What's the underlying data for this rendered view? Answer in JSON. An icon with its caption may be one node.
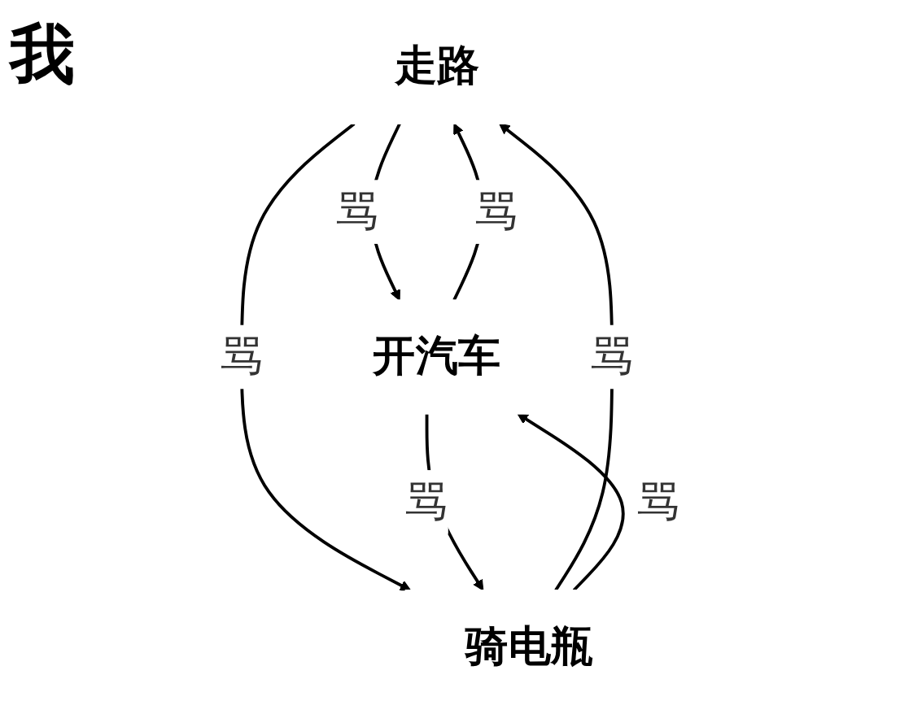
{
  "diagram": {
    "nodes": [
      {
        "text": [
          "走路"
        ]
      },
      {
        "text": [
          "开汽车"
        ]
      },
      {
        "text": [
          "骑电瓶"
        ]
      }
    ],
    "edges": [
      {
        "from": 0,
        "to": 1,
        "arrow": "to",
        "label": "骂"
      },
      {
        "from": 1,
        "to": 0,
        "arrow": "to",
        "label": "骂"
      },
      {
        "from": 2,
        "to": 0,
        "arrow": "to",
        "label": "骂"
      },
      {
        "from": 0,
        "to": 2,
        "arrow": "to",
        "label": "骂"
      },
      {
        "from": 2,
        "to": 1,
        "arrow": "to",
        "label": "骂"
      },
      {
        "from": 1,
        "to": 2,
        "arrow": "to",
        "label": "骂"
      }
    ],
    "labels": [
      "我"
    ]
  }
}
